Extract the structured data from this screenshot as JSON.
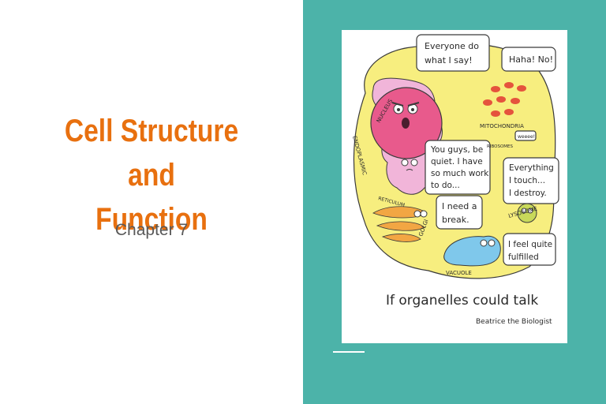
{
  "slide": {
    "title_line1": "Cell Structure and",
    "title_line2": "Function",
    "subtitle": "Chapter 7"
  },
  "illustration": {
    "bubbles": {
      "nucleus": [
        "Everyone do",
        "what I say!"
      ],
      "mitochondria": "Haha! No!",
      "er": [
        "You guys, be",
        "quiet. I have",
        "so much work",
        "to do..."
      ],
      "lysosome": [
        "Everything",
        "I touch...",
        "I destroy."
      ],
      "golgi": [
        "I need a",
        "break."
      ],
      "vacuole": [
        "I feel quite",
        "fulfilled"
      ]
    },
    "labels": {
      "nucleus": "NUCLEUS",
      "mitochondria": "MITOCHONDRIA",
      "ribosomes": "RIBOSOMES",
      "ribosome_bubble": "weeee!",
      "er_1": "ENDOPLASMIC",
      "er_2": "RETICULUM",
      "golgi": "GOLGI",
      "lysosome": "LYSOSOME",
      "vacuole": "VACUOLE"
    },
    "caption": "If organelles could talk",
    "credit": "Beatrice the Biologist"
  },
  "colors": {
    "title": "#e8700f",
    "panel": "#4cb3a9",
    "cytoplasm": "#f7ee7f",
    "nucleus": "#e85a8c",
    "er": "#f1b5d9",
    "mitochondria": "#e5533d",
    "golgi": "#f2a643",
    "vacuole": "#7fc8eb"
  }
}
